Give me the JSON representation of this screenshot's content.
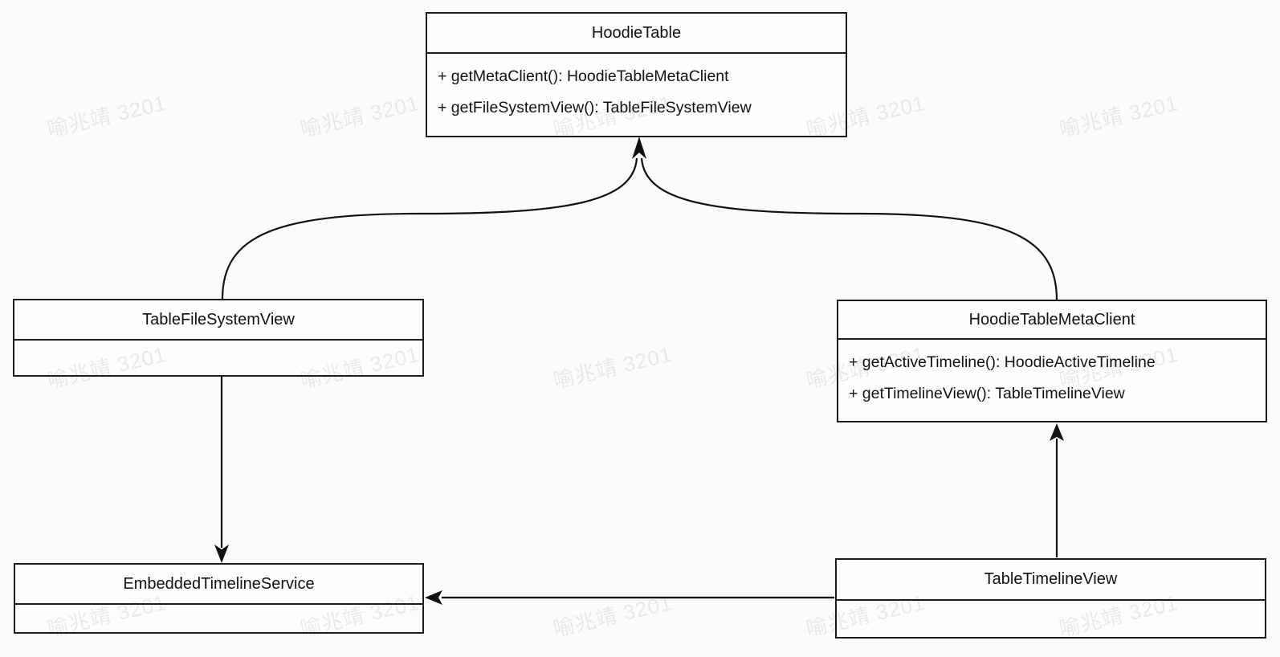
{
  "diagram": {
    "type": "uml-class-diagram",
    "watermark": {
      "text": "喻兆靖 3201",
      "color": "rgba(0,0,0,0.08)"
    },
    "colors": {
      "line": "#111111",
      "box_border": "#1c1c1c",
      "box_fill": "#fdfdfd",
      "background": "#fbfbfb",
      "text": "#111111"
    },
    "classes": [
      {
        "name": "HoodieTable",
        "methods": [
          "+ getMetaClient(): HoodieTableMetaClient",
          "+ getFileSystemView(): TableFileSystemView"
        ]
      },
      {
        "name": "TableFileSystemView",
        "methods": []
      },
      {
        "name": "HoodieTableMetaClient",
        "methods": [
          "+ getActiveTimeline(): HoodieActiveTimeline",
          "+ getTimelineView(): TableTimelineView"
        ]
      },
      {
        "name": "EmbeddedTimelineService",
        "methods": []
      },
      {
        "name": "TableTimelineView",
        "methods": []
      }
    ],
    "relations": [
      {
        "from": "TableFileSystemView",
        "to": "HoodieTable",
        "style": "curved",
        "arrow": "filled"
      },
      {
        "from": "HoodieTableMetaClient",
        "to": "HoodieTable",
        "style": "curved",
        "arrow": "filled"
      },
      {
        "from": "TableFileSystemView",
        "to": "EmbeddedTimelineService",
        "style": "straight",
        "arrow": "filled"
      },
      {
        "from": "TableTimelineView",
        "to": "HoodieTableMetaClient",
        "style": "straight",
        "arrow": "filled"
      },
      {
        "from": "TableTimelineView",
        "to": "EmbeddedTimelineService",
        "style": "straight",
        "arrow": "filled"
      }
    ]
  }
}
